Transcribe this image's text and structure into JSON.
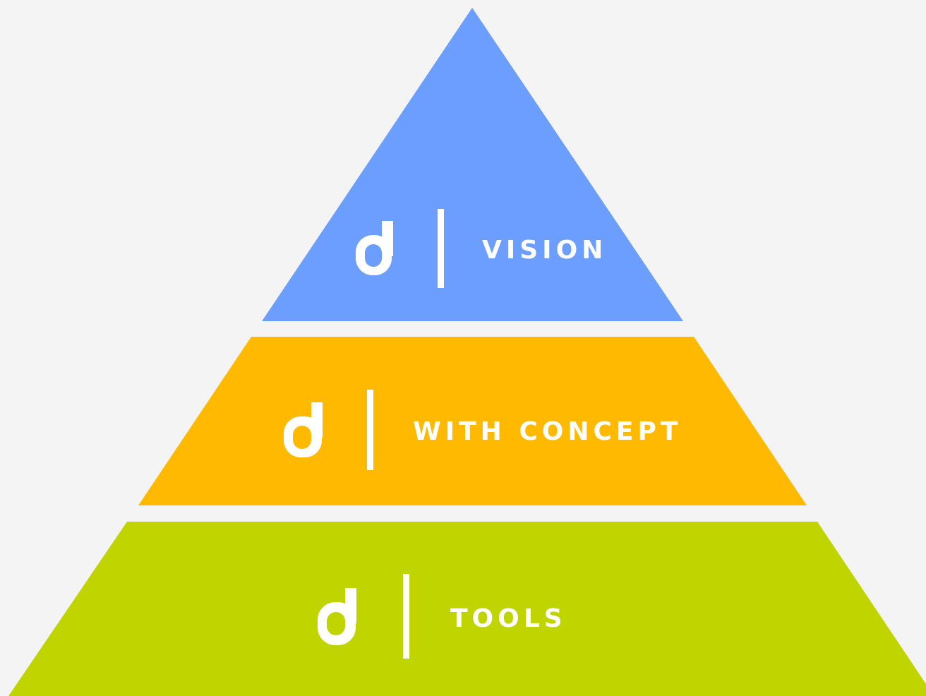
{
  "diagram": {
    "layers": [
      {
        "id": "top",
        "label": "VISION",
        "color": "#6c9eff"
      },
      {
        "id": "middle",
        "label": "WITH CONCEPT",
        "color": "#ffba00"
      },
      {
        "id": "bottom",
        "label": "TOOLS",
        "color": "#c0d400"
      }
    ],
    "logo_icon": "d-mark-icon",
    "text_color": "#ffffff",
    "background_color": "#f4f4f4"
  }
}
